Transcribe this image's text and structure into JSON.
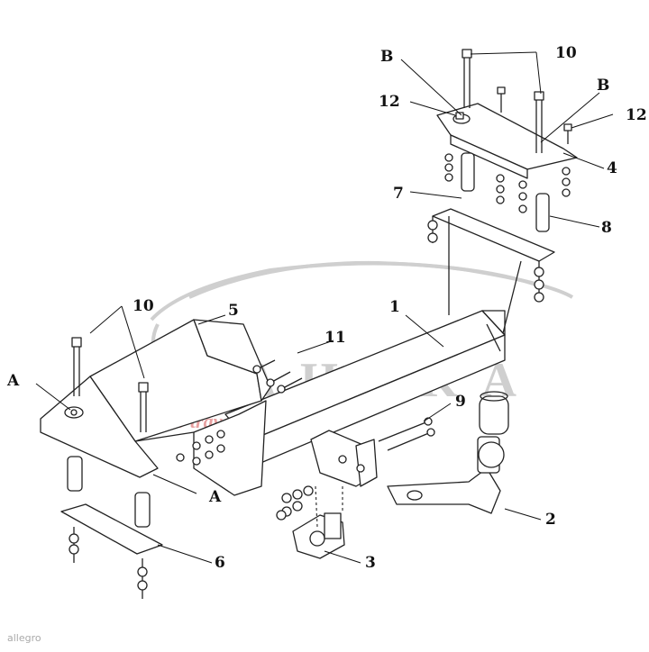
{
  "diagram": {
    "callouts": {
      "n1": "1",
      "n2": "2",
      "n3": "3",
      "n4": "4",
      "n5": "5",
      "n6": "6",
      "n7": "7",
      "n8": "8",
      "n9": "9",
      "n10_top": "10",
      "n10_left": "10",
      "n11": "11",
      "n12_left": "12",
      "n12_right": "12",
      "A_left": "A",
      "A_bottom": "A",
      "B_left": "B",
      "B_right": "B"
    }
  },
  "watermark": {
    "brand": "AHAKA",
    "tagline": "park auto travel"
  },
  "corner_mark": "allegro",
  "colors": {
    "line": "#222222",
    "watermark_grey": "#cfcfcf",
    "watermark_red": "#e8a0a0"
  }
}
